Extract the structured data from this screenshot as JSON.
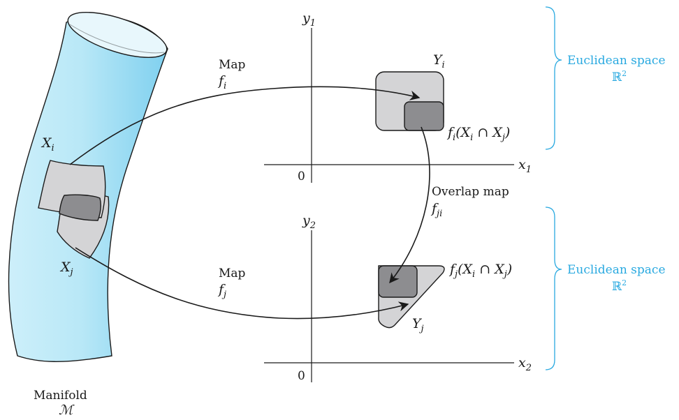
{
  "manifold": {
    "label": "Manifold",
    "symbol": "ℳ"
  },
  "patches": {
    "xi": "X",
    "xi_sub": "i",
    "xj": "X",
    "xj_sub": "j"
  },
  "map_top": {
    "word": "Map",
    "fn": "f",
    "fn_sub": "i"
  },
  "map_bottom": {
    "word": "Map",
    "fn": "f",
    "fn_sub": "j"
  },
  "overlap": {
    "word": "Overlap map",
    "fn": "f",
    "fn_sub": "ji"
  },
  "plane_top": {
    "y_axis": "y",
    "y_sub": "1",
    "x_axis": "x",
    "x_sub": "1",
    "origin": "0",
    "region": "Y",
    "region_sub": "i",
    "image_label": "f",
    "image_sub": "i",
    "image_arg_a": "(X",
    "image_arg_a_sub": "i",
    "image_cap": " ∩ X",
    "image_arg_b_sub": "j",
    "image_close": ")"
  },
  "plane_bottom": {
    "y_axis": "y",
    "y_sub": "2",
    "x_axis": "x",
    "x_sub": "2",
    "origin": "0",
    "region": "Y",
    "region_sub": "j",
    "image_label": "f",
    "image_sub": "j",
    "image_arg_a": "(X",
    "image_arg_a_sub": "i",
    "image_cap": " ∩ X",
    "image_arg_b_sub": "j",
    "image_close": ")"
  },
  "euclid_top": {
    "line1": "Euclidean space",
    "line2": "ℝ",
    "sup": "2"
  },
  "euclid_bottom": {
    "line1": "Euclidean space",
    "line2": "ℝ",
    "sup": "2"
  },
  "colors": {
    "accent": "#29a9e0",
    "tube": "#aee3f5",
    "light_region": "#d4d4d6",
    "dark_region": "#8d8d90"
  }
}
